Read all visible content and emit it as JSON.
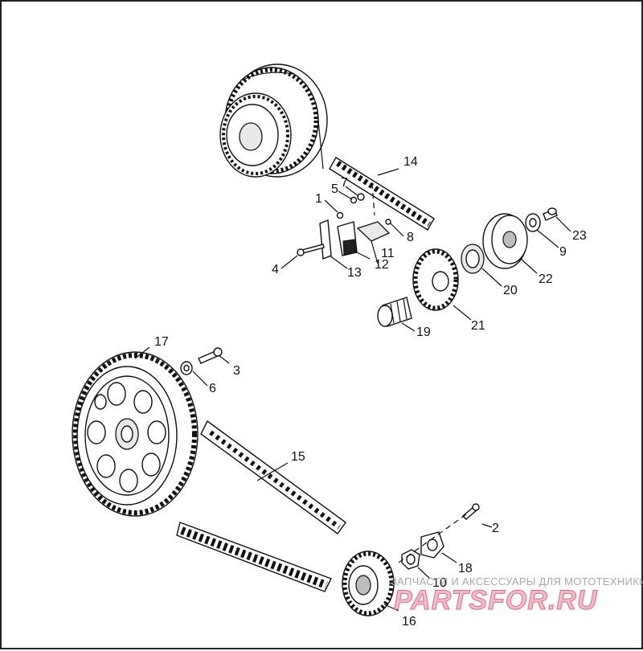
{
  "diagram": {
    "callouts": [
      "1",
      "2",
      "3",
      "4",
      "5",
      "6",
      "7",
      "8",
      "9",
      "10",
      "11",
      "12",
      "13",
      "14",
      "15",
      "16",
      "17",
      "18",
      "19",
      "20",
      "21",
      "22",
      "23"
    ]
  },
  "watermark": {
    "tagline": "ЗАПЧАСТИ И АКСЕССУАРЫ ДЛЯ МОТОТЕХНИКИ",
    "logo": "PARTSFOR.RU"
  }
}
